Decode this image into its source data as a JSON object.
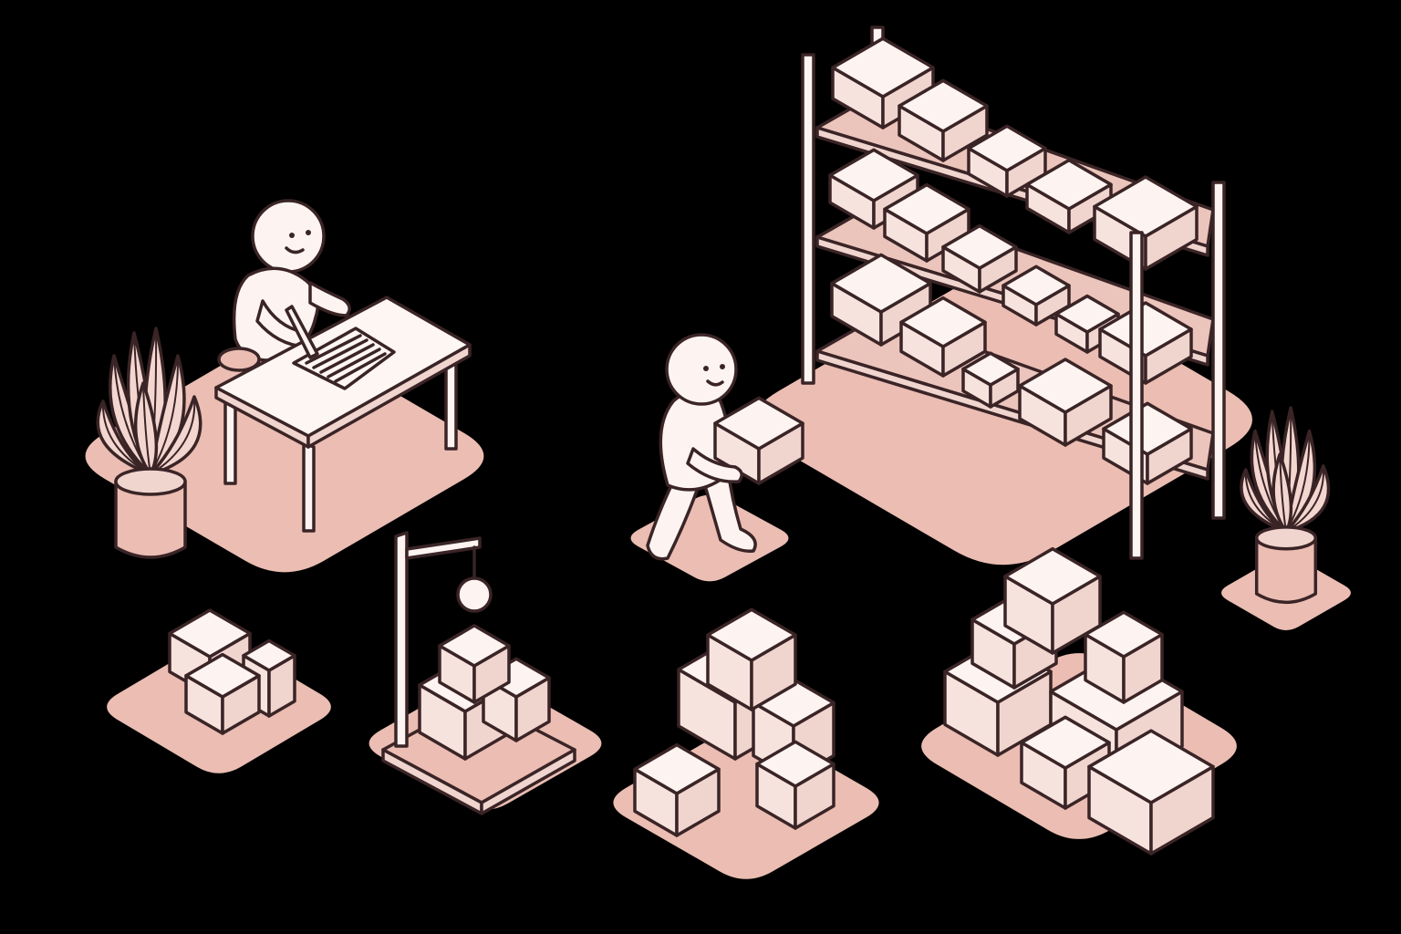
{
  "colors": {
    "background": "#000000",
    "floor": "#ebbdb3",
    "outline": "#3a2426",
    "box_top": "#fdf4f1",
    "box_left": "#f7e3de",
    "box_right": "#f0d5cf",
    "figure": "#fdf4f1",
    "shelf": "#ebc4bb",
    "plant_leaf": "#f3d6cf",
    "plant_vein": "#3a2426"
  },
  "scene": {
    "stations": [
      {
        "name": "writing-desk-station",
        "props": [
          "worker-figure",
          "stool",
          "desk",
          "notepad",
          "pencil"
        ]
      },
      {
        "name": "plant-left",
        "props": [
          "plant-pot",
          "plant-leaves"
        ]
      },
      {
        "name": "carrying-worker",
        "props": [
          "worker-figure",
          "carried-box"
        ]
      },
      {
        "name": "storage-shelf",
        "props": [
          "shelf-frame",
          "shelf-boxes"
        ]
      },
      {
        "name": "plant-right",
        "props": [
          "plant-pot",
          "plant-leaves"
        ]
      },
      {
        "name": "small-box-stack",
        "props": [
          "boxes"
        ]
      },
      {
        "name": "hanging-scale-station",
        "props": [
          "scale-post",
          "scale-hook",
          "boxes"
        ]
      },
      {
        "name": "box-pyramid-center",
        "props": [
          "boxes"
        ]
      },
      {
        "name": "box-pyramid-right",
        "props": [
          "boxes"
        ]
      }
    ]
  }
}
